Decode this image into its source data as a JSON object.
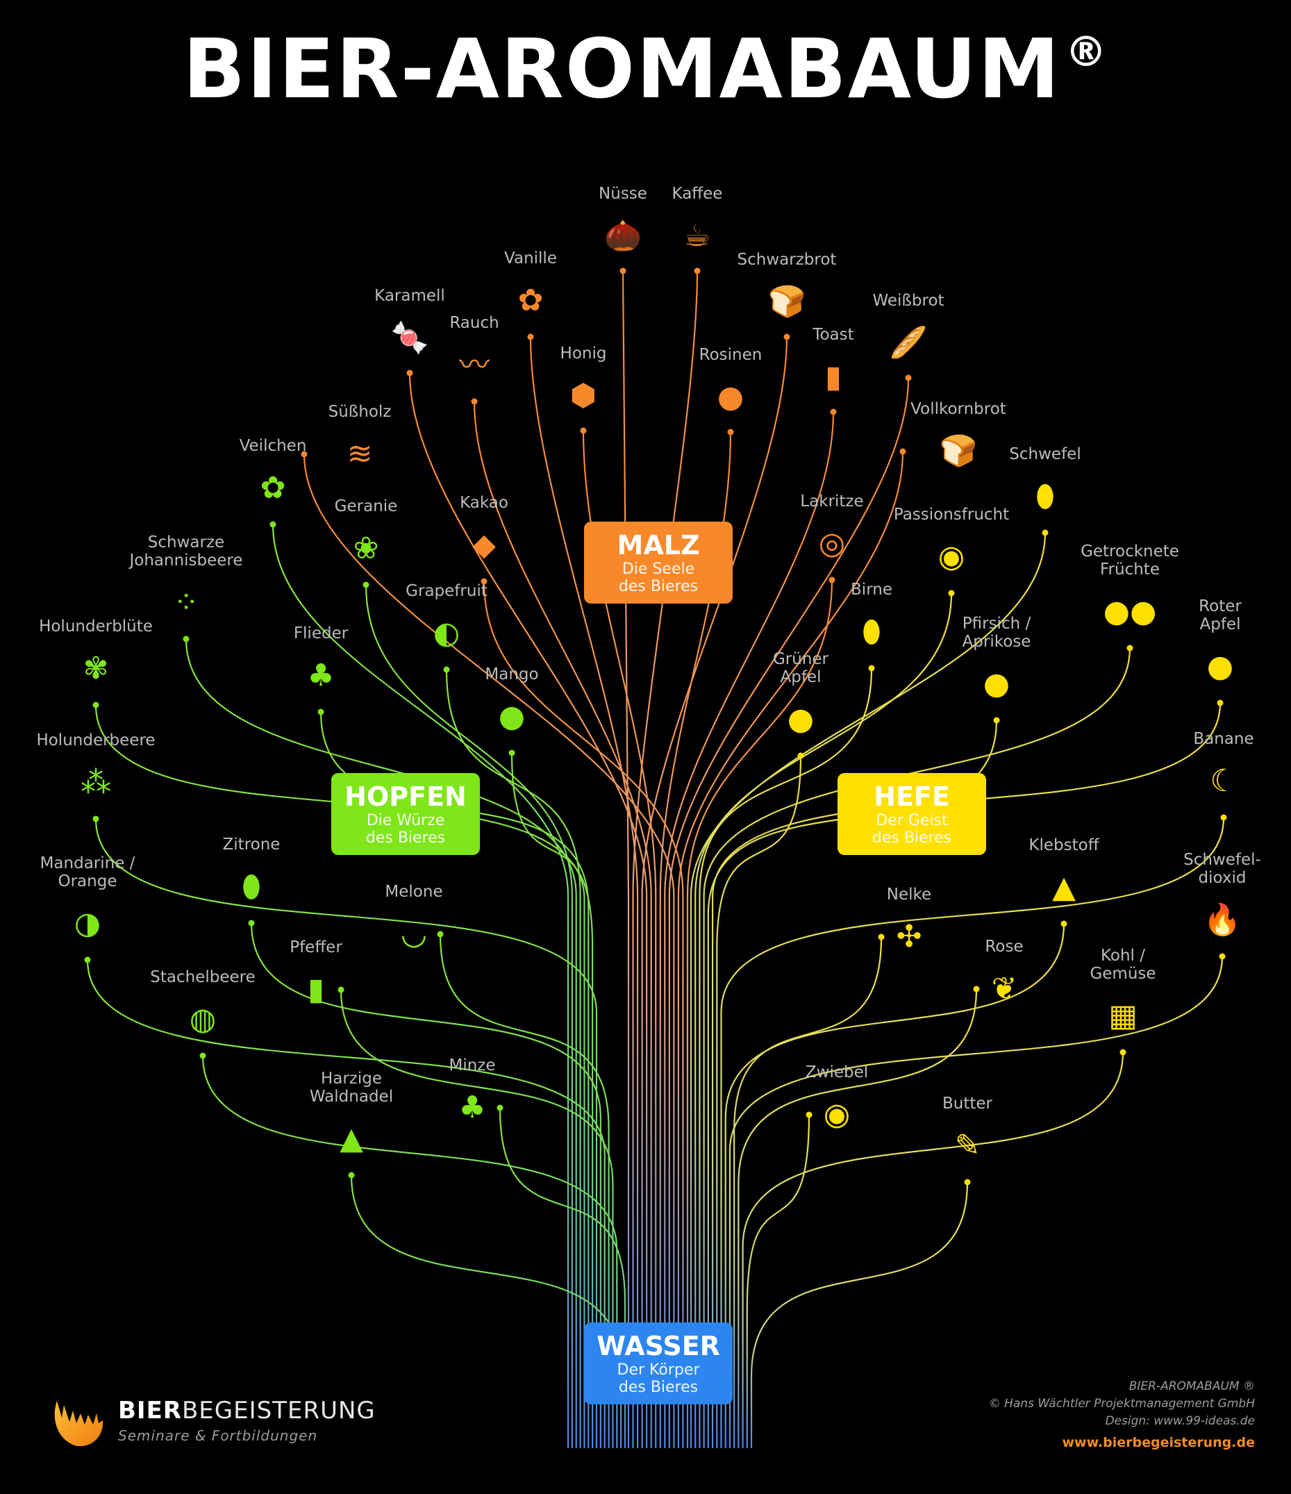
{
  "title": "BIER-AROMABAUM",
  "title_mark": "®",
  "colors": {
    "background": "#000000",
    "malz": "#f7892b",
    "hopfen": "#7fe619",
    "hefe": "#ffe000",
    "wasser": "#2d86f0",
    "label": "#bcbcbc",
    "url": "#f28c28"
  },
  "categories": {
    "malz": {
      "title": "MALZ",
      "subtitle": "Die Seele\ndes Bieres"
    },
    "hopfen": {
      "title": "HOPFEN",
      "subtitle": "Die Würze\ndes Bieres"
    },
    "hefe": {
      "title": "HEFE",
      "subtitle": "Der Geist\ndes Bieres"
    },
    "wasser": {
      "title": "WASSER",
      "subtitle": "Der Körper\ndes Bieres"
    }
  },
  "aromas": {
    "malz": [
      {
        "label": "Nüsse",
        "icon": "hazelnut-icon",
        "glyph": "🌰"
      },
      {
        "label": "Kaffee",
        "icon": "coffee-bean-icon",
        "glyph": "☕"
      },
      {
        "label": "Vanille",
        "icon": "vanilla-flower-icon",
        "glyph": "✿"
      },
      {
        "label": "Schwarzbrot",
        "icon": "dark-bread-icon",
        "glyph": "🍞"
      },
      {
        "label": "Karamell",
        "icon": "candy-icon",
        "glyph": "🍬"
      },
      {
        "label": "Rauch",
        "icon": "smoke-icon",
        "glyph": "〰"
      },
      {
        "label": "Honig",
        "icon": "honeycomb-icon",
        "glyph": "⬢"
      },
      {
        "label": "Rosinen",
        "icon": "raisins-icon",
        "glyph": "●"
      },
      {
        "label": "Toast",
        "icon": "toast-icon",
        "glyph": "▮"
      },
      {
        "label": "Weißbrot",
        "icon": "baguette-icon",
        "glyph": "🥖"
      },
      {
        "label": "Süßholz",
        "icon": "licorice-root-icon",
        "glyph": "≋"
      },
      {
        "label": "Vollkornbrot",
        "icon": "wholegrain-bread-icon",
        "glyph": "🍞"
      },
      {
        "label": "Kakao",
        "icon": "cocoa-pod-icon",
        "glyph": "◆"
      },
      {
        "label": "Lakritze",
        "icon": "licorice-roll-icon",
        "glyph": "◎"
      }
    ],
    "hopfen": [
      {
        "label": "Veilchen",
        "icon": "violet-flower-icon",
        "glyph": "✿"
      },
      {
        "label": "Geranie",
        "icon": "geranium-icon",
        "glyph": "❀"
      },
      {
        "label": "Schwarze\nJohannisbeere",
        "icon": "currant-icon",
        "glyph": "⁘"
      },
      {
        "label": "Grapefruit",
        "icon": "grapefruit-icon",
        "glyph": "◐"
      },
      {
        "label": "Holunderblüte",
        "icon": "elderflower-icon",
        "glyph": "✾"
      },
      {
        "label": "Flieder",
        "icon": "lilac-icon",
        "glyph": "♣"
      },
      {
        "label": "Mango",
        "icon": "mango-icon",
        "glyph": "●"
      },
      {
        "label": "Holunderbeere",
        "icon": "elderberry-icon",
        "glyph": "⁂"
      },
      {
        "label": "Zitrone",
        "icon": "lemon-icon",
        "glyph": "⬮"
      },
      {
        "label": "Mandarine /\nOrange",
        "icon": "orange-icon",
        "glyph": "◑"
      },
      {
        "label": "Melone",
        "icon": "watermelon-icon",
        "glyph": "◡"
      },
      {
        "label": "Pfeffer",
        "icon": "pepper-mill-icon",
        "glyph": "▮"
      },
      {
        "label": "Stachelbeere",
        "icon": "gooseberry-icon",
        "glyph": "◍"
      },
      {
        "label": "Harzige\nWaldnadel",
        "icon": "pine-tree-icon",
        "glyph": "▲"
      },
      {
        "label": "Minze",
        "icon": "mint-leaves-icon",
        "glyph": "♣"
      }
    ],
    "hefe": [
      {
        "label": "Schwefel",
        "icon": "egg-icon",
        "glyph": "⬮"
      },
      {
        "label": "Passionsfrucht",
        "icon": "passionfruit-icon",
        "glyph": "◉"
      },
      {
        "label": "Birne",
        "icon": "pear-icon",
        "glyph": "⬮"
      },
      {
        "label": "Getrocknete\nFrüchte",
        "icon": "dried-fruit-icon",
        "glyph": "●●"
      },
      {
        "label": "Pfirsich /\nAprikose",
        "icon": "peach-icon",
        "glyph": "●"
      },
      {
        "label": "Roter\nApfel",
        "icon": "red-apple-icon",
        "glyph": "●"
      },
      {
        "label": "Grüner\nApfel",
        "icon": "green-apple-icon",
        "glyph": "●"
      },
      {
        "label": "Banane",
        "icon": "banana-icon",
        "glyph": "☾"
      },
      {
        "label": "Klebstoff",
        "icon": "glue-icon",
        "glyph": "▲"
      },
      {
        "label": "Schwefel-\ndioxid",
        "icon": "match-flame-icon",
        "glyph": "🔥"
      },
      {
        "label": "Nelke",
        "icon": "clove-icon",
        "glyph": "✣"
      },
      {
        "label": "Rose",
        "icon": "rose-icon",
        "glyph": "❦"
      },
      {
        "label": "Kohl /\nGemüse",
        "icon": "vegetable-crate-icon",
        "glyph": "▦"
      },
      {
        "label": "Zwiebel",
        "icon": "onion-icon",
        "glyph": "◉"
      },
      {
        "label": "Butter",
        "icon": "butter-knife-icon",
        "glyph": "✎"
      }
    ]
  },
  "footer": {
    "brand_bold": "BIER",
    "brand_light": "BEGEISTERUNG",
    "tagline": "Seminare & Fortbildungen",
    "credit_title": "BIER-AROMABAUM ®",
    "copyright": "© Hans Wächtler Projektmanagement GmbH",
    "design": "Design: www.99-ideas.de",
    "url": "www.bierbegeisterung.de"
  }
}
